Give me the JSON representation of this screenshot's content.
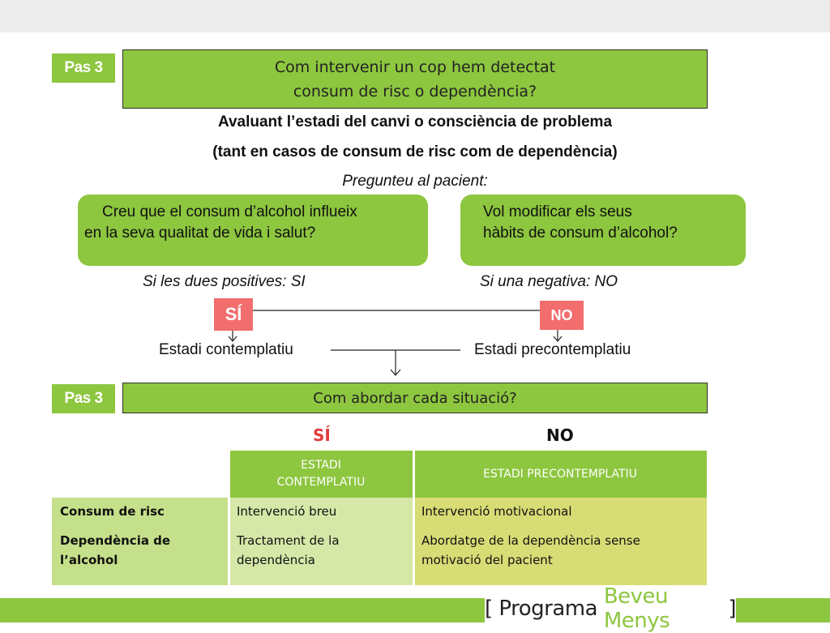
{
  "step1": {
    "badge": "Pas 3",
    "title_line1": "Com intervenir un cop hem detectat",
    "title_line2": "consum de risc o dependència?"
  },
  "subtitle_line1": "Avaluant l’estadi del canvi o consciència de problema",
  "subtitle_line2": "(tant en casos de consum de risc com de dependència)",
  "ask_patient": "Pregunteu al pacient:",
  "question1_line1": "Creu que el consum d’alcohol influeix",
  "question1_line2": "en la seva qualitat de vida i salut?",
  "question2_line1": "Vol modificar els seus",
  "question2_line2": "hàbits de consum d’alcohol?",
  "rule_yes": "Si les dues positives: SI",
  "rule_no": "Si una negativa: NO",
  "tag_yes": "SÍ",
  "tag_no": "NO",
  "stage_left": "Estadi contemplatiu",
  "stage_right": "Estadi precontemplatiu",
  "step2": {
    "badge": "Pas 3",
    "title": "Com abordar cada situació?"
  },
  "col_yes": "SÍ",
  "col_no": "NO",
  "table": {
    "head_contemplatiu_1": "ESTADI",
    "head_contemplatiu_2": "CONTEMPLATIU",
    "head_precontemplatiu": "ESTADI PRECONTEMPLATIU",
    "rows": [
      {
        "label": "Consum de risc",
        "contemplatiu": "Intervenció breu",
        "precontemplatiu": "Intervenció motivacional"
      },
      {
        "label_1": "Dependència de",
        "label_2": "l’alcohol",
        "contemplatiu_1": "Tractament de la",
        "contemplatiu_2": "dependència",
        "precontemplatiu_1": "Abordatge de la dependència sense",
        "precontemplatiu_2": "motivació del pacient"
      }
    ]
  },
  "footer": {
    "open": "[ Programa ",
    "name": "Beveu Menys",
    "close": " ]"
  },
  "colors": {
    "green": "#8dc63f",
    "red_tag": "#f26d6d"
  }
}
